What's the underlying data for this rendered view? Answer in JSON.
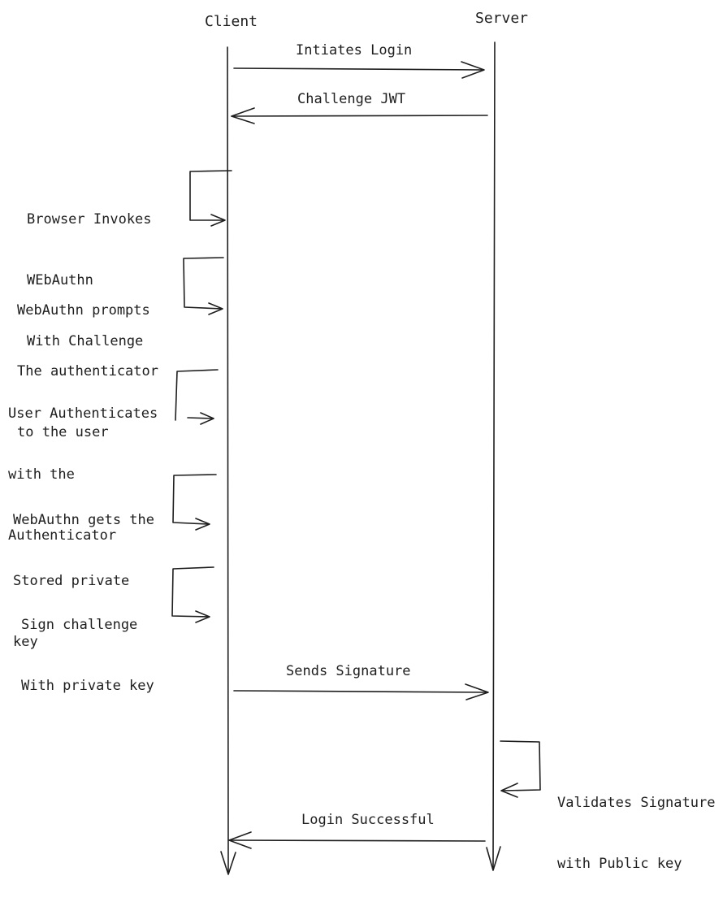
{
  "participants": {
    "client": "Client",
    "server": "Server"
  },
  "messages": [
    {
      "from": "client",
      "to": "server",
      "label": "Intiates Login"
    },
    {
      "from": "server",
      "to": "client",
      "label": "Challenge JWT"
    },
    {
      "from": "client",
      "to": "client",
      "lines": [
        "Browser Invokes",
        "WEbAuthn",
        "With Challenge"
      ]
    },
    {
      "from": "client",
      "to": "client",
      "lines": [
        "WebAuthn prompts",
        "The authenticator",
        "to the user"
      ]
    },
    {
      "from": "client",
      "to": "client",
      "lines": [
        "User Authenticates",
        "with the",
        "Authenticator"
      ]
    },
    {
      "from": "client",
      "to": "client",
      "lines": [
        "WebAuthn gets the",
        "Stored private",
        "key"
      ]
    },
    {
      "from": "client",
      "to": "client",
      "lines": [
        "Sign challenge",
        "With private key"
      ]
    },
    {
      "from": "client",
      "to": "server",
      "label": "Sends Signature"
    },
    {
      "from": "server",
      "to": "server",
      "lines": [
        "Validates Signature",
        "with Public key"
      ]
    },
    {
      "from": "server",
      "to": "client",
      "label": "Login Successful"
    }
  ],
  "colors": {
    "stroke": "#1e1e1e",
    "background": "#ffffff"
  }
}
